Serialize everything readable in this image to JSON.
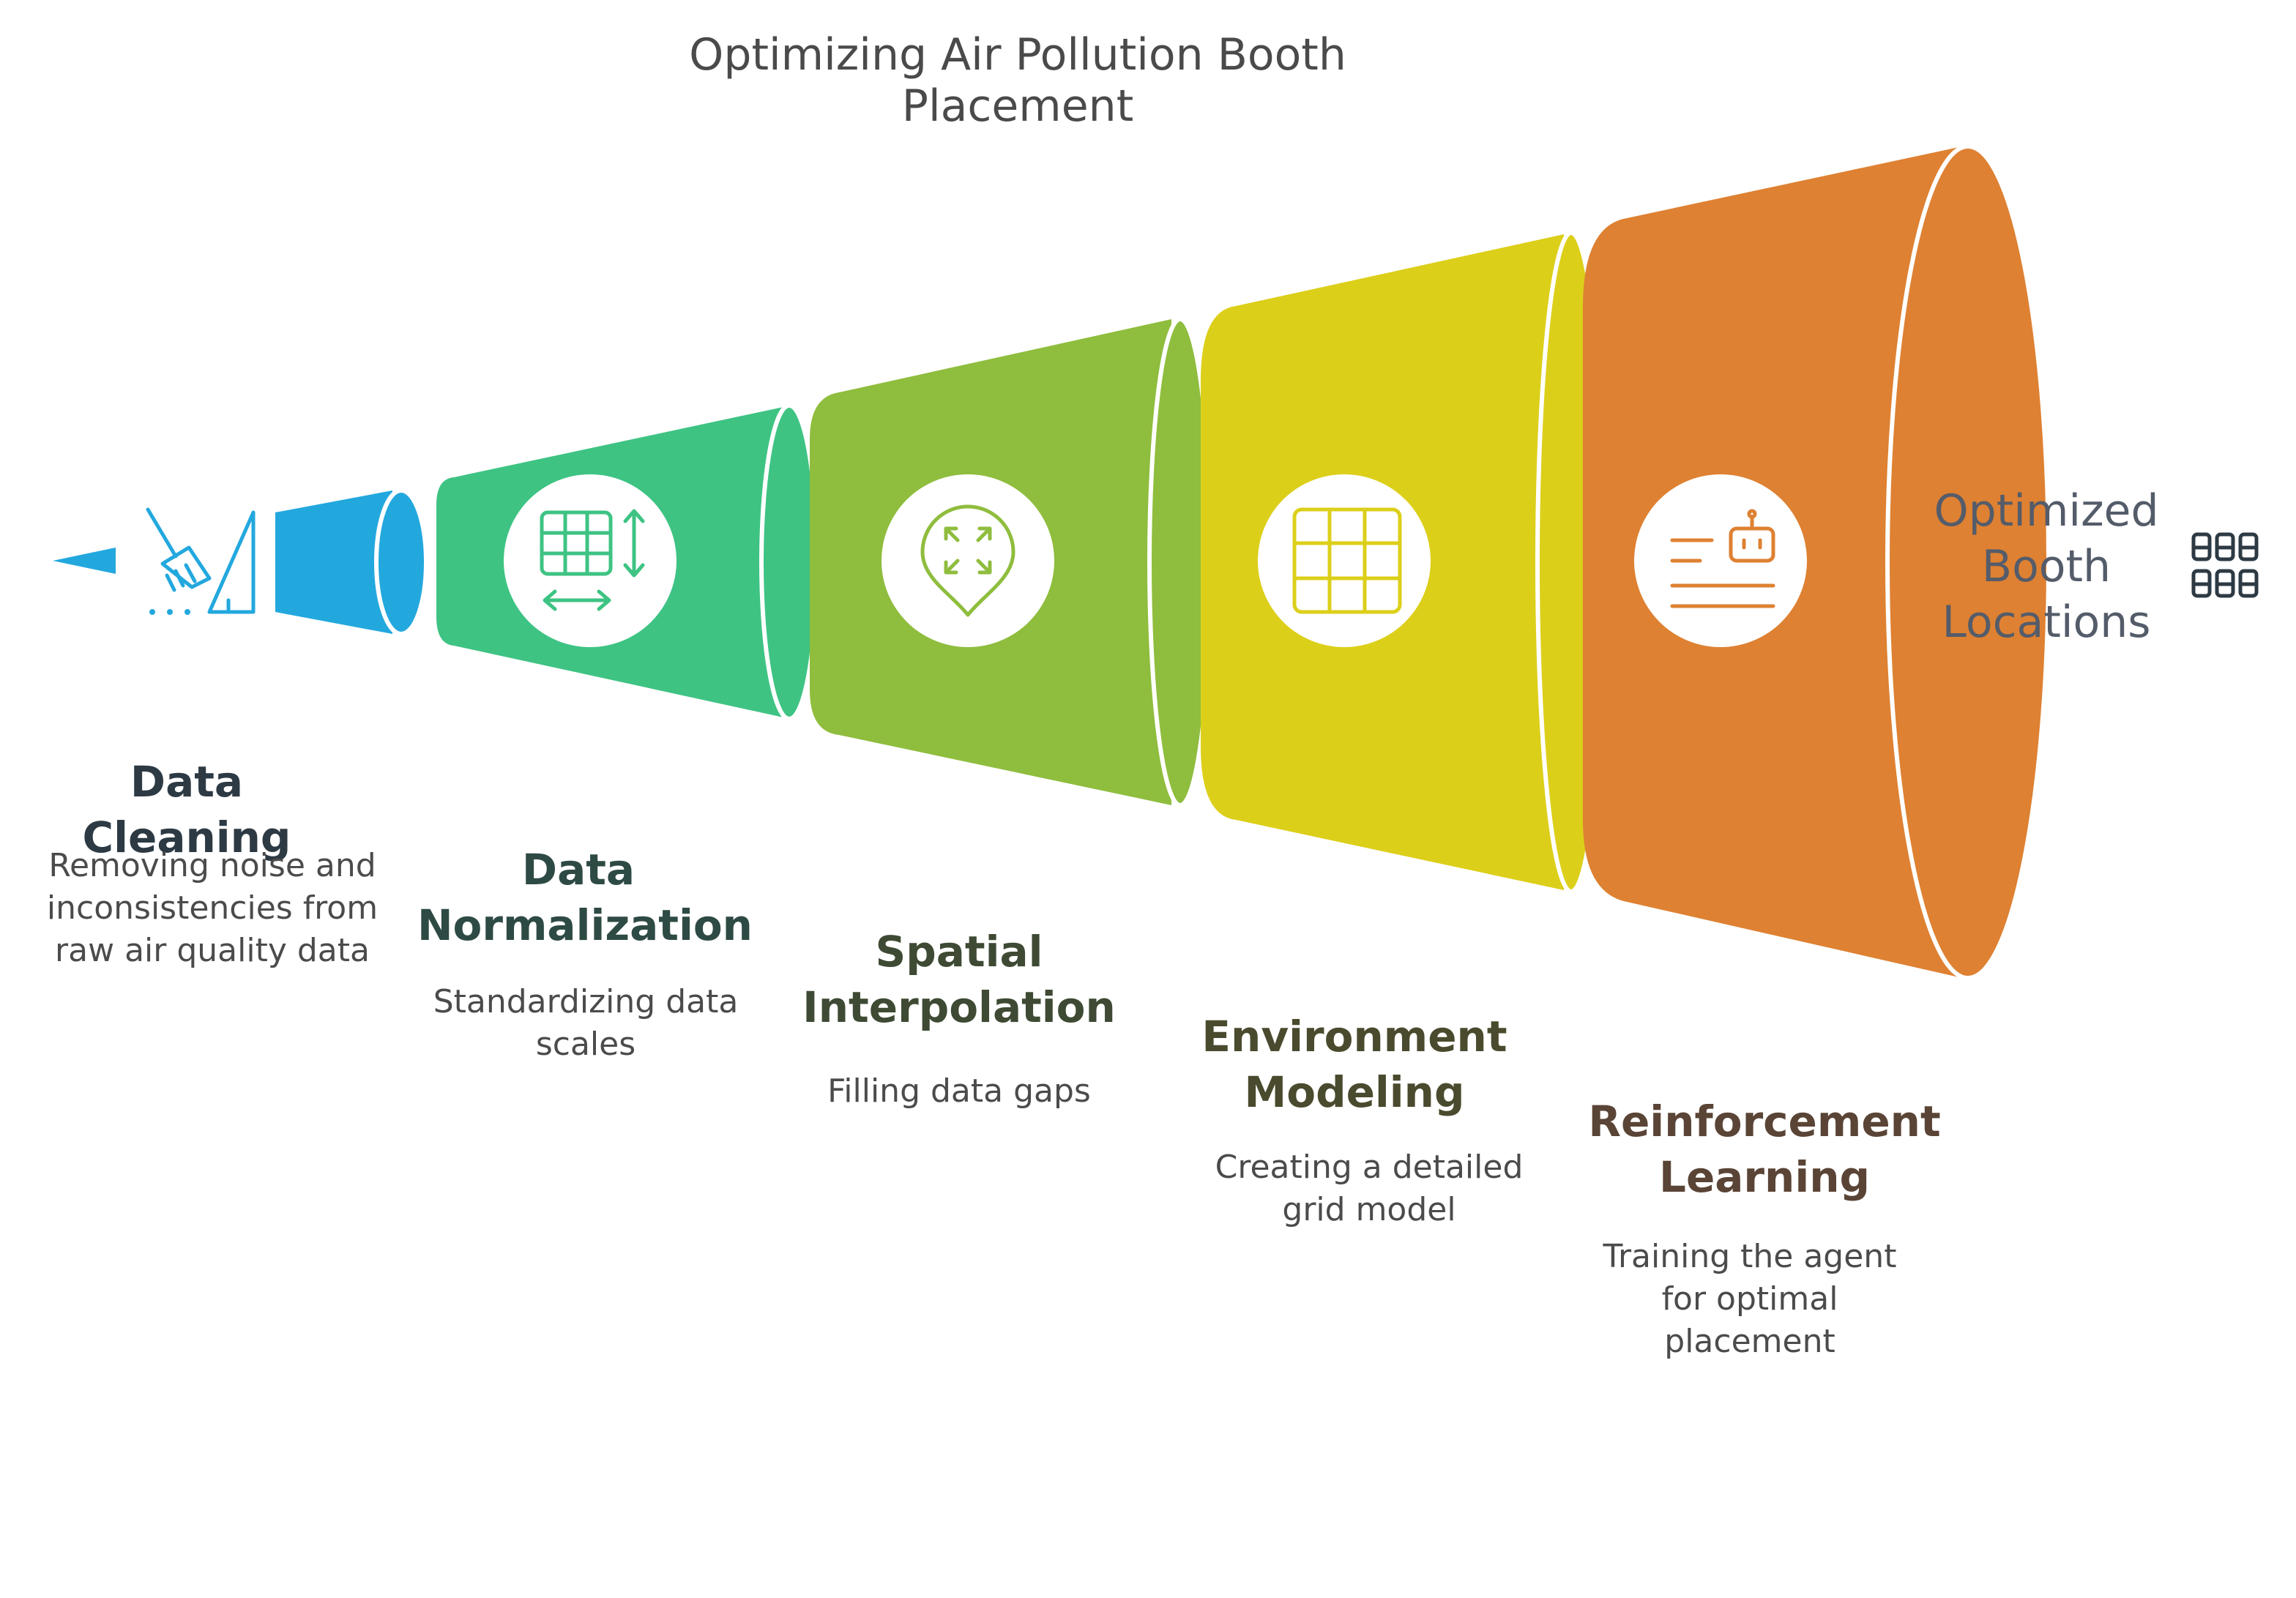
{
  "title": "Optimizing Air Pollution Booth Placement",
  "colors": {
    "cleaning": "#23a8de",
    "normalization": "#3ec383",
    "interpolation": "#8fbd3e",
    "modeling": "#dccf1a",
    "learning": "#de8132",
    "text_dark": "#2d3a44"
  },
  "steps": [
    {
      "title": "Data Cleaning",
      "description": "Removing noise and inconsistencies from raw air quality data",
      "desc_lines": [
        "Removing noise and",
        "inconsistencies from",
        "raw air quality data"
      ],
      "icon": "broom-triangle-icon",
      "color": "#23a8de"
    },
    {
      "title": "Data Normalization",
      "title_lines": [
        "Data",
        "Normalization"
      ],
      "description": "Standardizing data scales",
      "desc_lines": [
        "Standardizing data",
        "scales"
      ],
      "icon": "table-resize-icon",
      "color": "#3ec383"
    },
    {
      "title": "Spatial Interpolation",
      "title_lines": [
        "Spatial",
        "Interpolation"
      ],
      "description": "Filling data gaps",
      "icon": "map-pin-expand-icon",
      "color": "#8fbd3e"
    },
    {
      "title": "Environment Modeling",
      "title_lines": [
        "Environment",
        "Modeling"
      ],
      "description": "Creating a detailed grid model",
      "desc_lines": [
        "Creating a detailed",
        "grid model"
      ],
      "icon": "grid-icon",
      "color": "#dccf1a"
    },
    {
      "title": "Reinforcement Learning",
      "title_lines": [
        "Reinforcement",
        "Learning"
      ],
      "description": "Training the agent for optimal placement",
      "desc_lines": [
        "Training the agent",
        "for optimal",
        "placement"
      ],
      "icon": "robot-text-icon",
      "color": "#de8132"
    }
  ],
  "outcome": {
    "label": "Optimized Booth Locations",
    "lines": [
      "Optimized",
      "Booth",
      "Locations"
    ],
    "icon": "booth-grid-icon"
  }
}
